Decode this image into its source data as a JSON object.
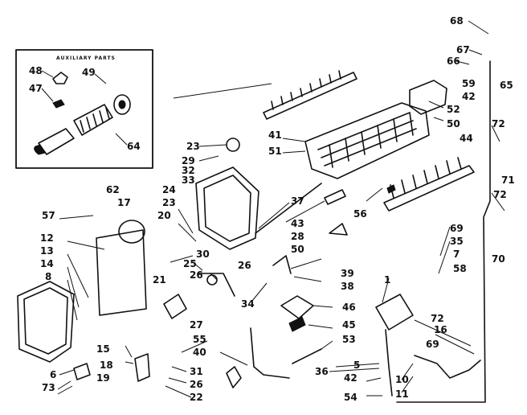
{
  "auxiliary_box": {
    "title": "AUXILIARY PARTS",
    "labels": [
      {
        "id": "48",
        "text": "48"
      },
      {
        "id": "47",
        "text": "47"
      },
      {
        "id": "49",
        "text": "49"
      },
      {
        "id": "64",
        "text": "64"
      }
    ]
  },
  "labels": [
    {
      "id": "68",
      "text": "68"
    },
    {
      "id": "67",
      "text": "67"
    },
    {
      "id": "66",
      "text": "66"
    },
    {
      "id": "59",
      "text": "59"
    },
    {
      "id": "65",
      "text": "65"
    },
    {
      "id": "42a",
      "text": "42"
    },
    {
      "id": "52",
      "text": "52"
    },
    {
      "id": "50a",
      "text": "50"
    },
    {
      "id": "72a",
      "text": "72"
    },
    {
      "id": "44",
      "text": "44"
    },
    {
      "id": "71",
      "text": "71"
    },
    {
      "id": "72b",
      "text": "72"
    },
    {
      "id": "69a",
      "text": "69"
    },
    {
      "id": "35",
      "text": "35"
    },
    {
      "id": "70",
      "text": "70"
    },
    {
      "id": "7",
      "text": "7"
    },
    {
      "id": "58",
      "text": "58"
    },
    {
      "id": "41",
      "text": "41"
    },
    {
      "id": "51",
      "text": "51"
    },
    {
      "id": "23a",
      "text": "23"
    },
    {
      "id": "29",
      "text": "29"
    },
    {
      "id": "32",
      "text": "32"
    },
    {
      "id": "33",
      "text": "33"
    },
    {
      "id": "37",
      "text": "37"
    },
    {
      "id": "43",
      "text": "43"
    },
    {
      "id": "56",
      "text": "56"
    },
    {
      "id": "62",
      "text": "62"
    },
    {
      "id": "24",
      "text": "24"
    },
    {
      "id": "17",
      "text": "17"
    },
    {
      "id": "23b",
      "text": "23"
    },
    {
      "id": "20",
      "text": "20"
    },
    {
      "id": "57",
      "text": "57"
    },
    {
      "id": "28",
      "text": "28"
    },
    {
      "id": "50b",
      "text": "50"
    },
    {
      "id": "12",
      "text": "12"
    },
    {
      "id": "13",
      "text": "13"
    },
    {
      "id": "14",
      "text": "14"
    },
    {
      "id": "8",
      "text": "8"
    },
    {
      "id": "30",
      "text": "30"
    },
    {
      "id": "25",
      "text": "25"
    },
    {
      "id": "26a",
      "text": "26"
    },
    {
      "id": "26b",
      "text": "26"
    },
    {
      "id": "39",
      "text": "39"
    },
    {
      "id": "38",
      "text": "38"
    },
    {
      "id": "21",
      "text": "21"
    },
    {
      "id": "34",
      "text": "34"
    },
    {
      "id": "1",
      "text": "1"
    },
    {
      "id": "46",
      "text": "46"
    },
    {
      "id": "45",
      "text": "45"
    },
    {
      "id": "53",
      "text": "53"
    },
    {
      "id": "27",
      "text": "27"
    },
    {
      "id": "55",
      "text": "55"
    },
    {
      "id": "40",
      "text": "40"
    },
    {
      "id": "15",
      "text": "15"
    },
    {
      "id": "18",
      "text": "18"
    },
    {
      "id": "31",
      "text": "31"
    },
    {
      "id": "26c",
      "text": "26"
    },
    {
      "id": "22",
      "text": "22"
    },
    {
      "id": "6",
      "text": "6"
    },
    {
      "id": "19",
      "text": "19"
    },
    {
      "id": "73",
      "text": "73"
    },
    {
      "id": "72c",
      "text": "72"
    },
    {
      "id": "16",
      "text": "16"
    },
    {
      "id": "69b",
      "text": "69"
    },
    {
      "id": "36",
      "text": "36"
    },
    {
      "id": "5",
      "text": "5"
    },
    {
      "id": "42b",
      "text": "42"
    },
    {
      "id": "10",
      "text": "10"
    },
    {
      "id": "11",
      "text": "11"
    },
    {
      "id": "54",
      "text": "54"
    }
  ]
}
